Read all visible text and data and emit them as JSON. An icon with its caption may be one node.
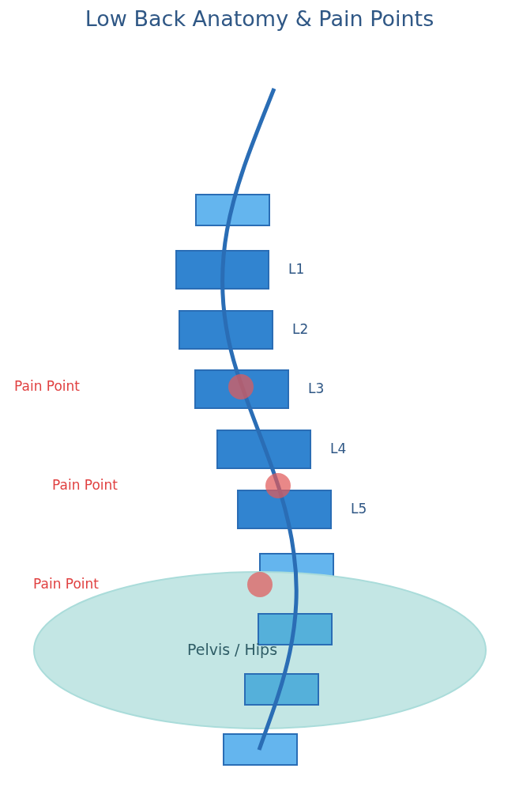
{
  "diagram": {
    "title": "Low Back Anatomy & Pain Points",
    "nodes": [
      {
        "text": [],
        "shape": "box"
      },
      {
        "text": [],
        "shape": "box",
        "beside": [
          "L1"
        ]
      },
      {
        "text": [],
        "shape": "box",
        "beside": [
          "L2"
        ]
      },
      {
        "text": [],
        "shape": "box",
        "beside": [
          "L3"
        ]
      },
      {
        "text": [],
        "shape": "box",
        "beside": [
          "L4"
        ]
      },
      {
        "text": [],
        "shape": "box",
        "beside": [
          "L5"
        ]
      },
      {
        "text": [],
        "shape": "box"
      },
      {
        "text": [
          "Pelvis / Hips"
        ]
      },
      {
        "text": [],
        "shape": "box",
        "in": 7
      },
      {
        "text": [],
        "shape": "box",
        "in": 7
      },
      {
        "text": [],
        "shape": "box"
      }
    ],
    "edges": [],
    "labels": [
      "Pain Point",
      "Pain Point",
      "Pain Point"
    ]
  }
}
